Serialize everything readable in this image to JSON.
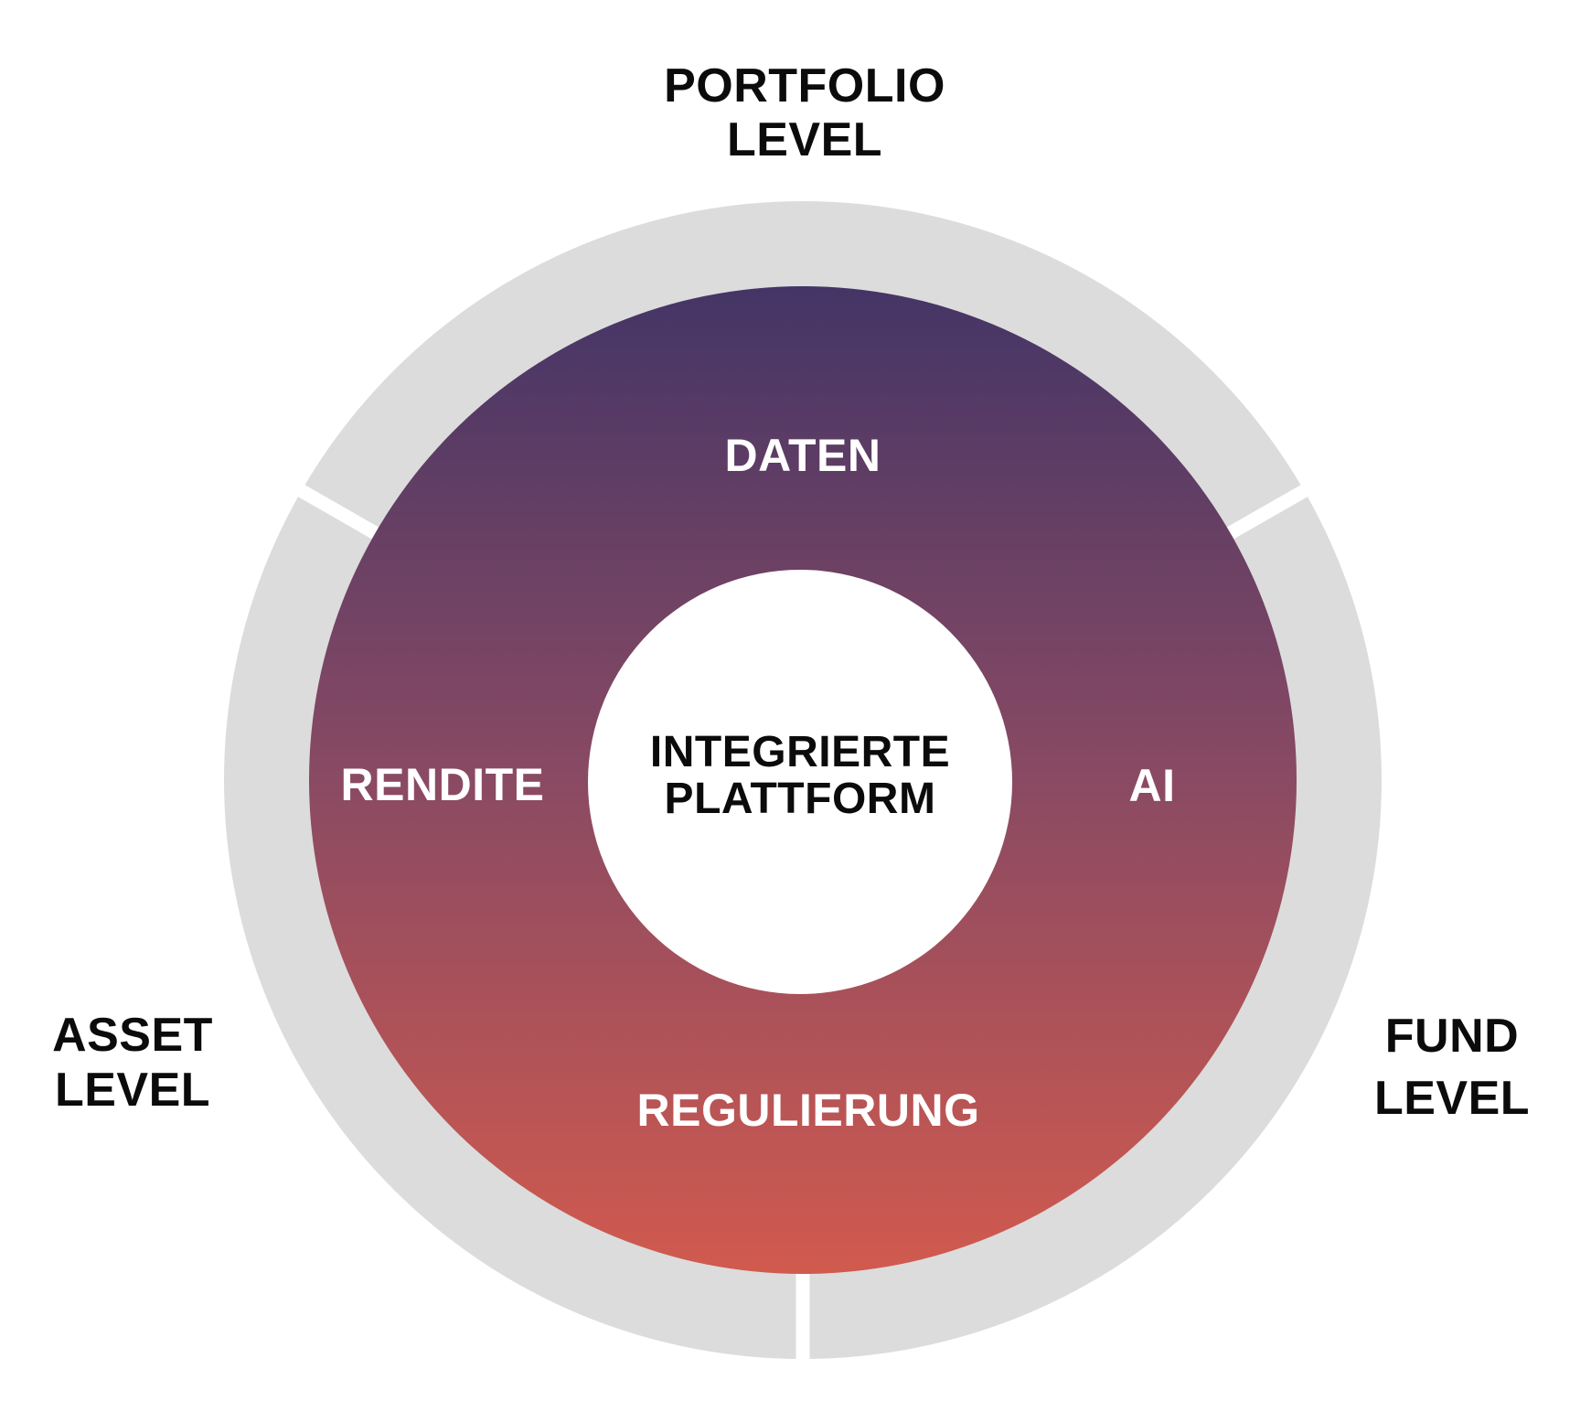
{
  "diagram": {
    "center": {
      "line1": "INTEGRIERTE",
      "line2": "PLATTFORM"
    },
    "ring_labels": {
      "top": "DATEN",
      "left": "RENDITE",
      "right": "AI",
      "bottom": "REGULIERUNG"
    },
    "level_labels": {
      "top": {
        "line1": "PORTFOLIO",
        "line2": "LEVEL"
      },
      "left": {
        "line1": "ASSET",
        "line2": "LEVEL"
      },
      "right": {
        "line1": "FUND",
        "line2": "LEVEL"
      }
    },
    "colors": {
      "background": "#ffffff",
      "outer_ring": "#dcdcdc",
      "divider": "#ffffff",
      "gradient_top": "#443566",
      "gradient_mid": "#8a4a63",
      "gradient_bottom": "#d15a4e",
      "center_circle": "#ffffff",
      "ring_label_text": "#ffffff",
      "level_label_text": "#0b0b0b"
    }
  }
}
